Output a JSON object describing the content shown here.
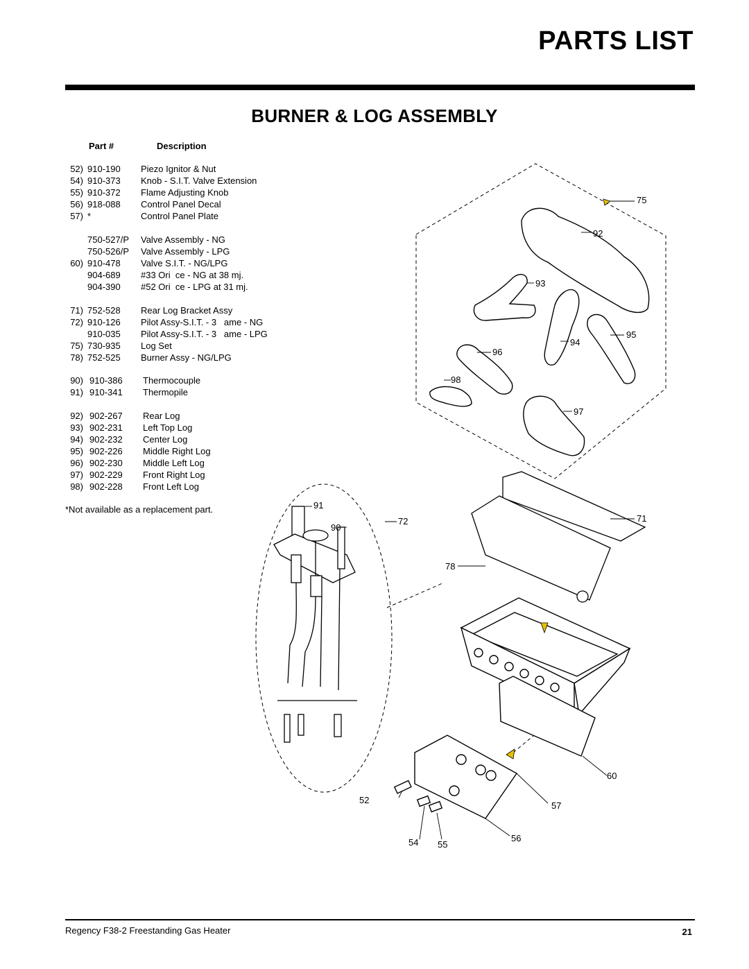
{
  "page_title": "PARTS LIST",
  "section_title": "BURNER & LOG ASSEMBLY",
  "table_headers": {
    "part": "Part #",
    "description": "Description"
  },
  "parts": [
    {
      "num": "52)",
      "part": "910-190",
      "desc": "Piezo Ignitor & Nut"
    },
    {
      "num": "54)",
      "part": "910-373",
      "desc": "Knob - S.I.T. Valve Extension"
    },
    {
      "num": "55)",
      "part": "910-372",
      "desc": "Flame Adjusting Knob"
    },
    {
      "num": "56)",
      "part": "918-088",
      "desc": "Control Panel Decal"
    },
    {
      "num": "57)",
      "part": "*",
      "desc": "Control Panel Plate"
    },
    {
      "num": "",
      "part": "750-527/P",
      "desc": "Valve Assembly - NG"
    },
    {
      "num": "",
      "part": "750-526/P",
      "desc": "Valve Assembly - LPG"
    },
    {
      "num": "60)",
      "part": "910-478",
      "desc": "Valve S.I.T. - NG/LPG"
    },
    {
      "num": "",
      "part": "904-689",
      "desc": "#33 Ori  ce - NG at 38 mj."
    },
    {
      "num": "",
      "part": "904-390",
      "desc": "#52 Ori  ce - LPG at 31 mj."
    },
    {
      "num": "71)",
      "part": "752-528",
      "desc": "Rear Log Bracket Assy"
    },
    {
      "num": "72)",
      "part": "910-126",
      "desc": "Pilot Assy-S.I.T. - 3   ame - NG"
    },
    {
      "num": "",
      "part": "910-035",
      "desc": "Pilot Assy-S.I.T. - 3   ame - LPG"
    },
    {
      "num": "75)",
      "part": "730-935",
      "desc": "Log Set"
    },
    {
      "num": "78)",
      "part": "752-525",
      "desc": "Burner Assy - NG/LPG"
    },
    {
      "num": "90)",
      "part": "910-386",
      "desc": "Thermocouple"
    },
    {
      "num": "91)",
      "part": "910-341",
      "desc": "Thermopile"
    },
    {
      "num": "92)",
      "part": "902-267",
      "desc": "Rear Log"
    },
    {
      "num": "93)",
      "part": "902-231",
      "desc": "Left Top Log"
    },
    {
      "num": "94)",
      "part": "902-232",
      "desc": "Center Log"
    },
    {
      "num": "95)",
      "part": "902-226",
      "desc": "Middle Right Log"
    },
    {
      "num": "96)",
      "part": "902-230",
      "desc": "Middle Left Log"
    },
    {
      "num": "97)",
      "part": "902-229",
      "desc": "Front Right Log"
    },
    {
      "num": "98)",
      "part": "902-228",
      "desc": "Front Left Log"
    }
  ],
  "note": "*Not available as a replacement part.",
  "callouts": [
    "75",
    "92",
    "93",
    "94",
    "95",
    "96",
    "98",
    "97",
    "91",
    "90",
    "72",
    "71",
    "78",
    "60",
    "52",
    "57",
    "56",
    "54",
    "55"
  ],
  "footer": {
    "title": "Regency F38-2 Freestanding Gas Heater",
    "page": "21"
  }
}
